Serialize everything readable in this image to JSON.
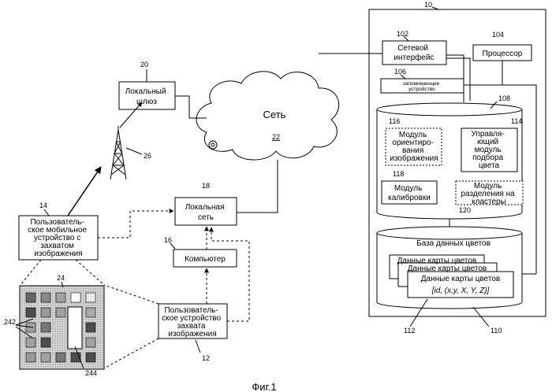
{
  "diagram": {
    "nodes": {
      "system": {
        "ref": "10"
      },
      "network_interface": {
        "label": [
          "Сетевой",
          "интерфейс"
        ],
        "ref": "102"
      },
      "processor": {
        "label": [
          "Процессор"
        ],
        "ref": "104"
      },
      "storage": {
        "label": [
          "запоминающее",
          "устройство"
        ],
        "ref": "106"
      },
      "storage_cylinder": {
        "ref": "108"
      },
      "orientation_module": {
        "label": [
          "Модуль",
          "ориентиро-",
          "вания",
          "изображения"
        ],
        "ref": "116"
      },
      "color_selection_module": {
        "label": [
          "Управля-",
          "ющий",
          "модуль",
          "подбора",
          "цвета"
        ],
        "ref": "114"
      },
      "calibration_module": {
        "label": [
          "Модуль",
          "калибровки"
        ],
        "ref": "118"
      },
      "clustering_module": {
        "label": [
          "Модуль",
          "разделения на",
          "кластеры"
        ],
        "ref": "120"
      },
      "color_database": {
        "label": "База данных цветов",
        "ref": "110"
      },
      "color_map_data": {
        "label": "Данные карты цветов",
        "ref": "112",
        "record": "[id, (x,y, X, Y, Z)]"
      },
      "network": {
        "label": "Сеть",
        "ref": "22"
      },
      "local_gateway": {
        "label": [
          "Локальный",
          "шлюз"
        ],
        "ref": "20"
      },
      "tower": {
        "ref": "26"
      },
      "local_network": {
        "label": [
          "Локальная",
          "сеть"
        ],
        "ref": "18"
      },
      "mobile_device": {
        "label": [
          "Пользователь-",
          "ское мобильное",
          "устройство с",
          "захватом",
          "изображения"
        ],
        "ref": "14"
      },
      "computer": {
        "label": [
          "Компьютер"
        ],
        "ref": "16"
      },
      "capture_device": {
        "label": [
          "Пользователь-",
          "ское устройство",
          "захвата",
          "изображения"
        ],
        "ref": "12"
      },
      "target_card": {
        "ref": "24",
        "patch_ref": "242",
        "center_ref": "244"
      }
    },
    "caption": "Фиг.1"
  }
}
